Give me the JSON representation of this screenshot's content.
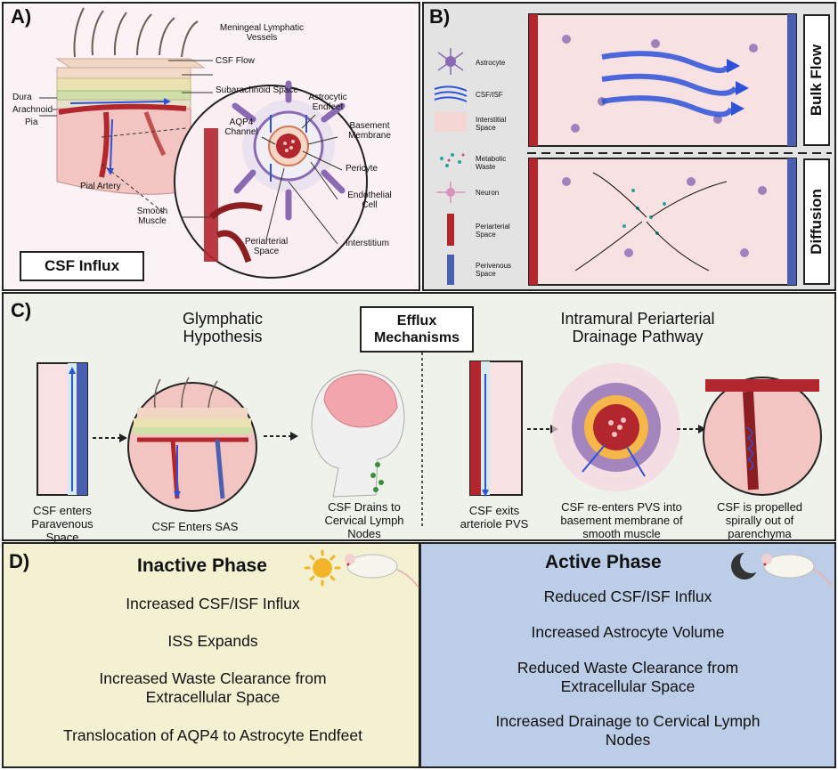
{
  "panelA": {
    "label": "A)",
    "title": "CSF Influx",
    "labels": {
      "meningeal": "Meningeal Lymphatic Vessels",
      "csf_flow": "CSF Flow",
      "subarachnoid": "Subarachnoid Space",
      "dura": "Dura",
      "arachnoid": "Arachnoid",
      "pia": "Pia",
      "astrocytic": "Astrocytic Endfeet",
      "aqp4": "AQP4 Channel",
      "basement": "Basement Membrane",
      "pericyte": "Pericyte",
      "pial_artery": "Pial Artery",
      "endothelial": "Endothelial Cell",
      "smooth_muscle": "Smooth Muscle",
      "periarterial": "Periarterial Space",
      "interstitium": "Interstitium"
    }
  },
  "panelB": {
    "label": "B)",
    "legend": [
      {
        "name": "Astrocyte"
      },
      {
        "name": "CSF/ISF"
      },
      {
        "name": "Interstitial Space"
      },
      {
        "name": "Metabolic Waste"
      },
      {
        "name": "Neuron"
      },
      {
        "name": "Periarterial Space"
      },
      {
        "name": "Perivenous Space"
      }
    ],
    "bulk_flow": "Bulk Flow",
    "diffusion": "Diffusion"
  },
  "panelC": {
    "label": "C)",
    "glymphatic_title": "Glymphatic Hypothesis",
    "efflux_title": "Efflux Mechanisms",
    "ipad_title": "Intramural Periarterial Drainage Pathway",
    "captions": {
      "paravenous": "CSF enters Paravenous Space",
      "sas": "CSF Enters SAS",
      "cervical": "CSF Drains to Cervical Lymph Nodes",
      "arteriole": "CSF exits arteriole PVS",
      "reenters": "CSF re-enters PVS into basement membrane of smooth muscle",
      "propelled": "CSF is propelled spirally out of parenchyma"
    }
  },
  "panelD": {
    "label": "D)",
    "inactive": {
      "title": "Inactive Phase",
      "items": [
        "Increased CSF/ISF Influx",
        "ISS Expands",
        "Increased Waste Clearance from Extracellular Space",
        "Translocation of AQP4 to Astrocyte Endfeet"
      ]
    },
    "active": {
      "title": "Active Phase",
      "items": [
        "Reduced CSF/ISF Influx",
        "Increased Astrocyte Volume",
        "Reduced Waste Clearance from Extracellular Space",
        "Increased Drainage to Cervical Lymph Nodes"
      ]
    }
  },
  "colors": {
    "artery": "#b2262d",
    "vein": "#4a5fb0",
    "csf_blue": "#2d52d8",
    "astrocyte": "#8a6bb3",
    "tissue": "#f4d6d4",
    "panelA_bg": "#fbf2f6",
    "panelB_bg": "#e3e3e3",
    "panelC_bg": "#eef2ea",
    "inactive_bg": "#f4f1d3",
    "active_bg": "#bccde8"
  }
}
